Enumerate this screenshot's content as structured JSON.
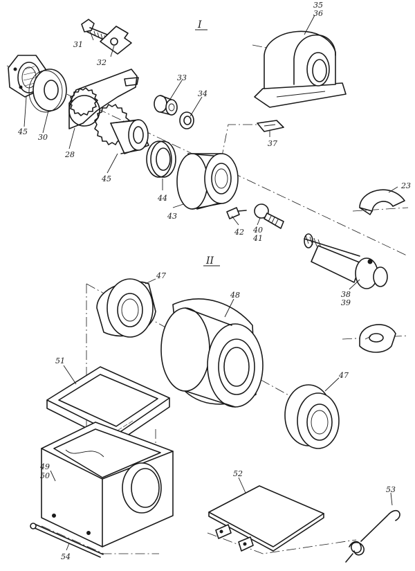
{
  "sections": [
    {
      "id": "I",
      "label": "I"
    },
    {
      "id": "II",
      "label": "II"
    }
  ],
  "parts": {
    "p23": "23",
    "p28": "28",
    "p30": "30",
    "p31": "31",
    "p32": "32",
    "p33": "33",
    "p34": "34",
    "p35": "35",
    "p36": "36",
    "p37": "37",
    "p38": "38",
    "p39": "39",
    "p40": "40",
    "p41": "41",
    "p42": "42",
    "p43": "43",
    "p44": "44",
    "p45a": "45",
    "p45b": "45",
    "p47a": "47",
    "p47b": "47",
    "p48": "48",
    "p49": "49",
    "p50": "50",
    "p51": "51",
    "p52": "52",
    "p53": "53",
    "p54": "54"
  },
  "line_color": "#1a1a1a",
  "background": "#ffffff"
}
